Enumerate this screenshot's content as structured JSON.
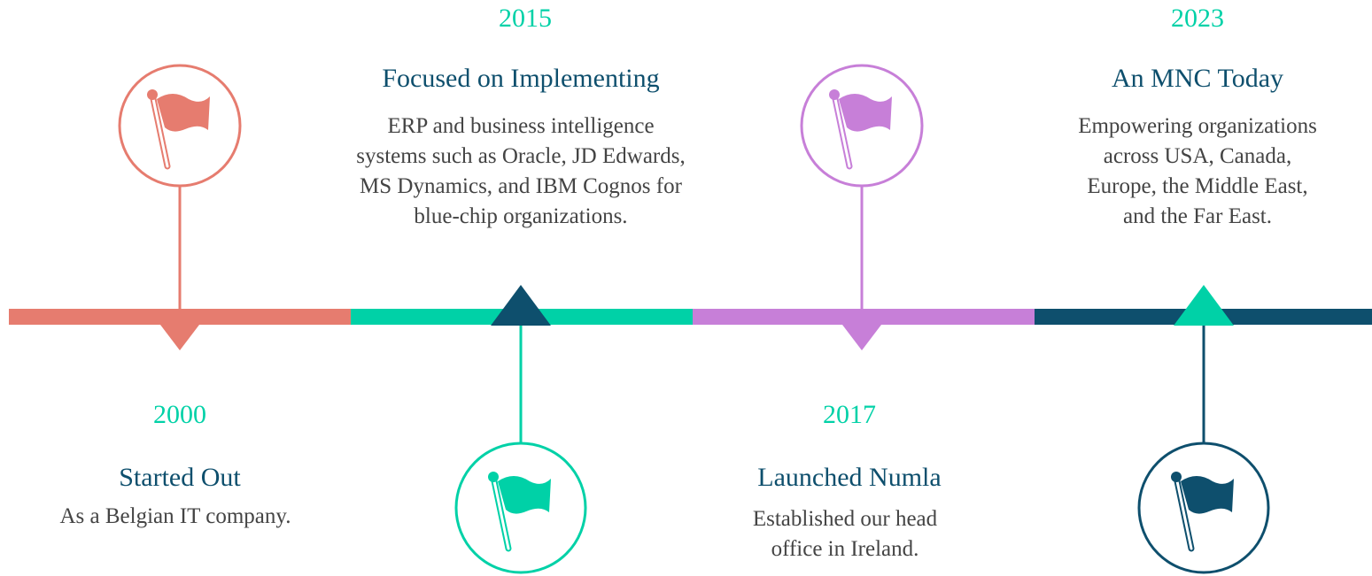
{
  "colors": {
    "coral": "#e67c6f",
    "teal": "#00d1a7",
    "purple": "#c77fd8",
    "navy": "#0e4f6d",
    "title_text": "#0e4f6d",
    "body_text": "#444444"
  },
  "milestones": [
    {
      "year": "2000",
      "title": "Started Out",
      "description": "As a Belgian IT company.",
      "color": "#e67c6f",
      "flag_position": "above",
      "icon": "flag-icon"
    },
    {
      "year": "2015",
      "title": "Focused on Implementing",
      "description": "ERP and business intelligence\nsystems such as Oracle, JD Edwards,\nMS Dynamics, and IBM Cognos for\nblue-chip organizations.",
      "color": "#00d1a7",
      "flag_position": "below",
      "icon": "flag-icon"
    },
    {
      "year": "2017",
      "title": "Launched   Numla",
      "description": "Established our head\noffice in Ireland.",
      "color": "#c77fd8",
      "flag_position": "above",
      "icon": "flag-icon"
    },
    {
      "year": "2023",
      "title": "An MNC Today",
      "description": "Empowering organizations\nacross USA, Canada,\nEurope, the Middle East,\nand the Far East.",
      "color": "#0e4f6d",
      "flag_position": "below",
      "icon": "flag-icon"
    }
  ]
}
